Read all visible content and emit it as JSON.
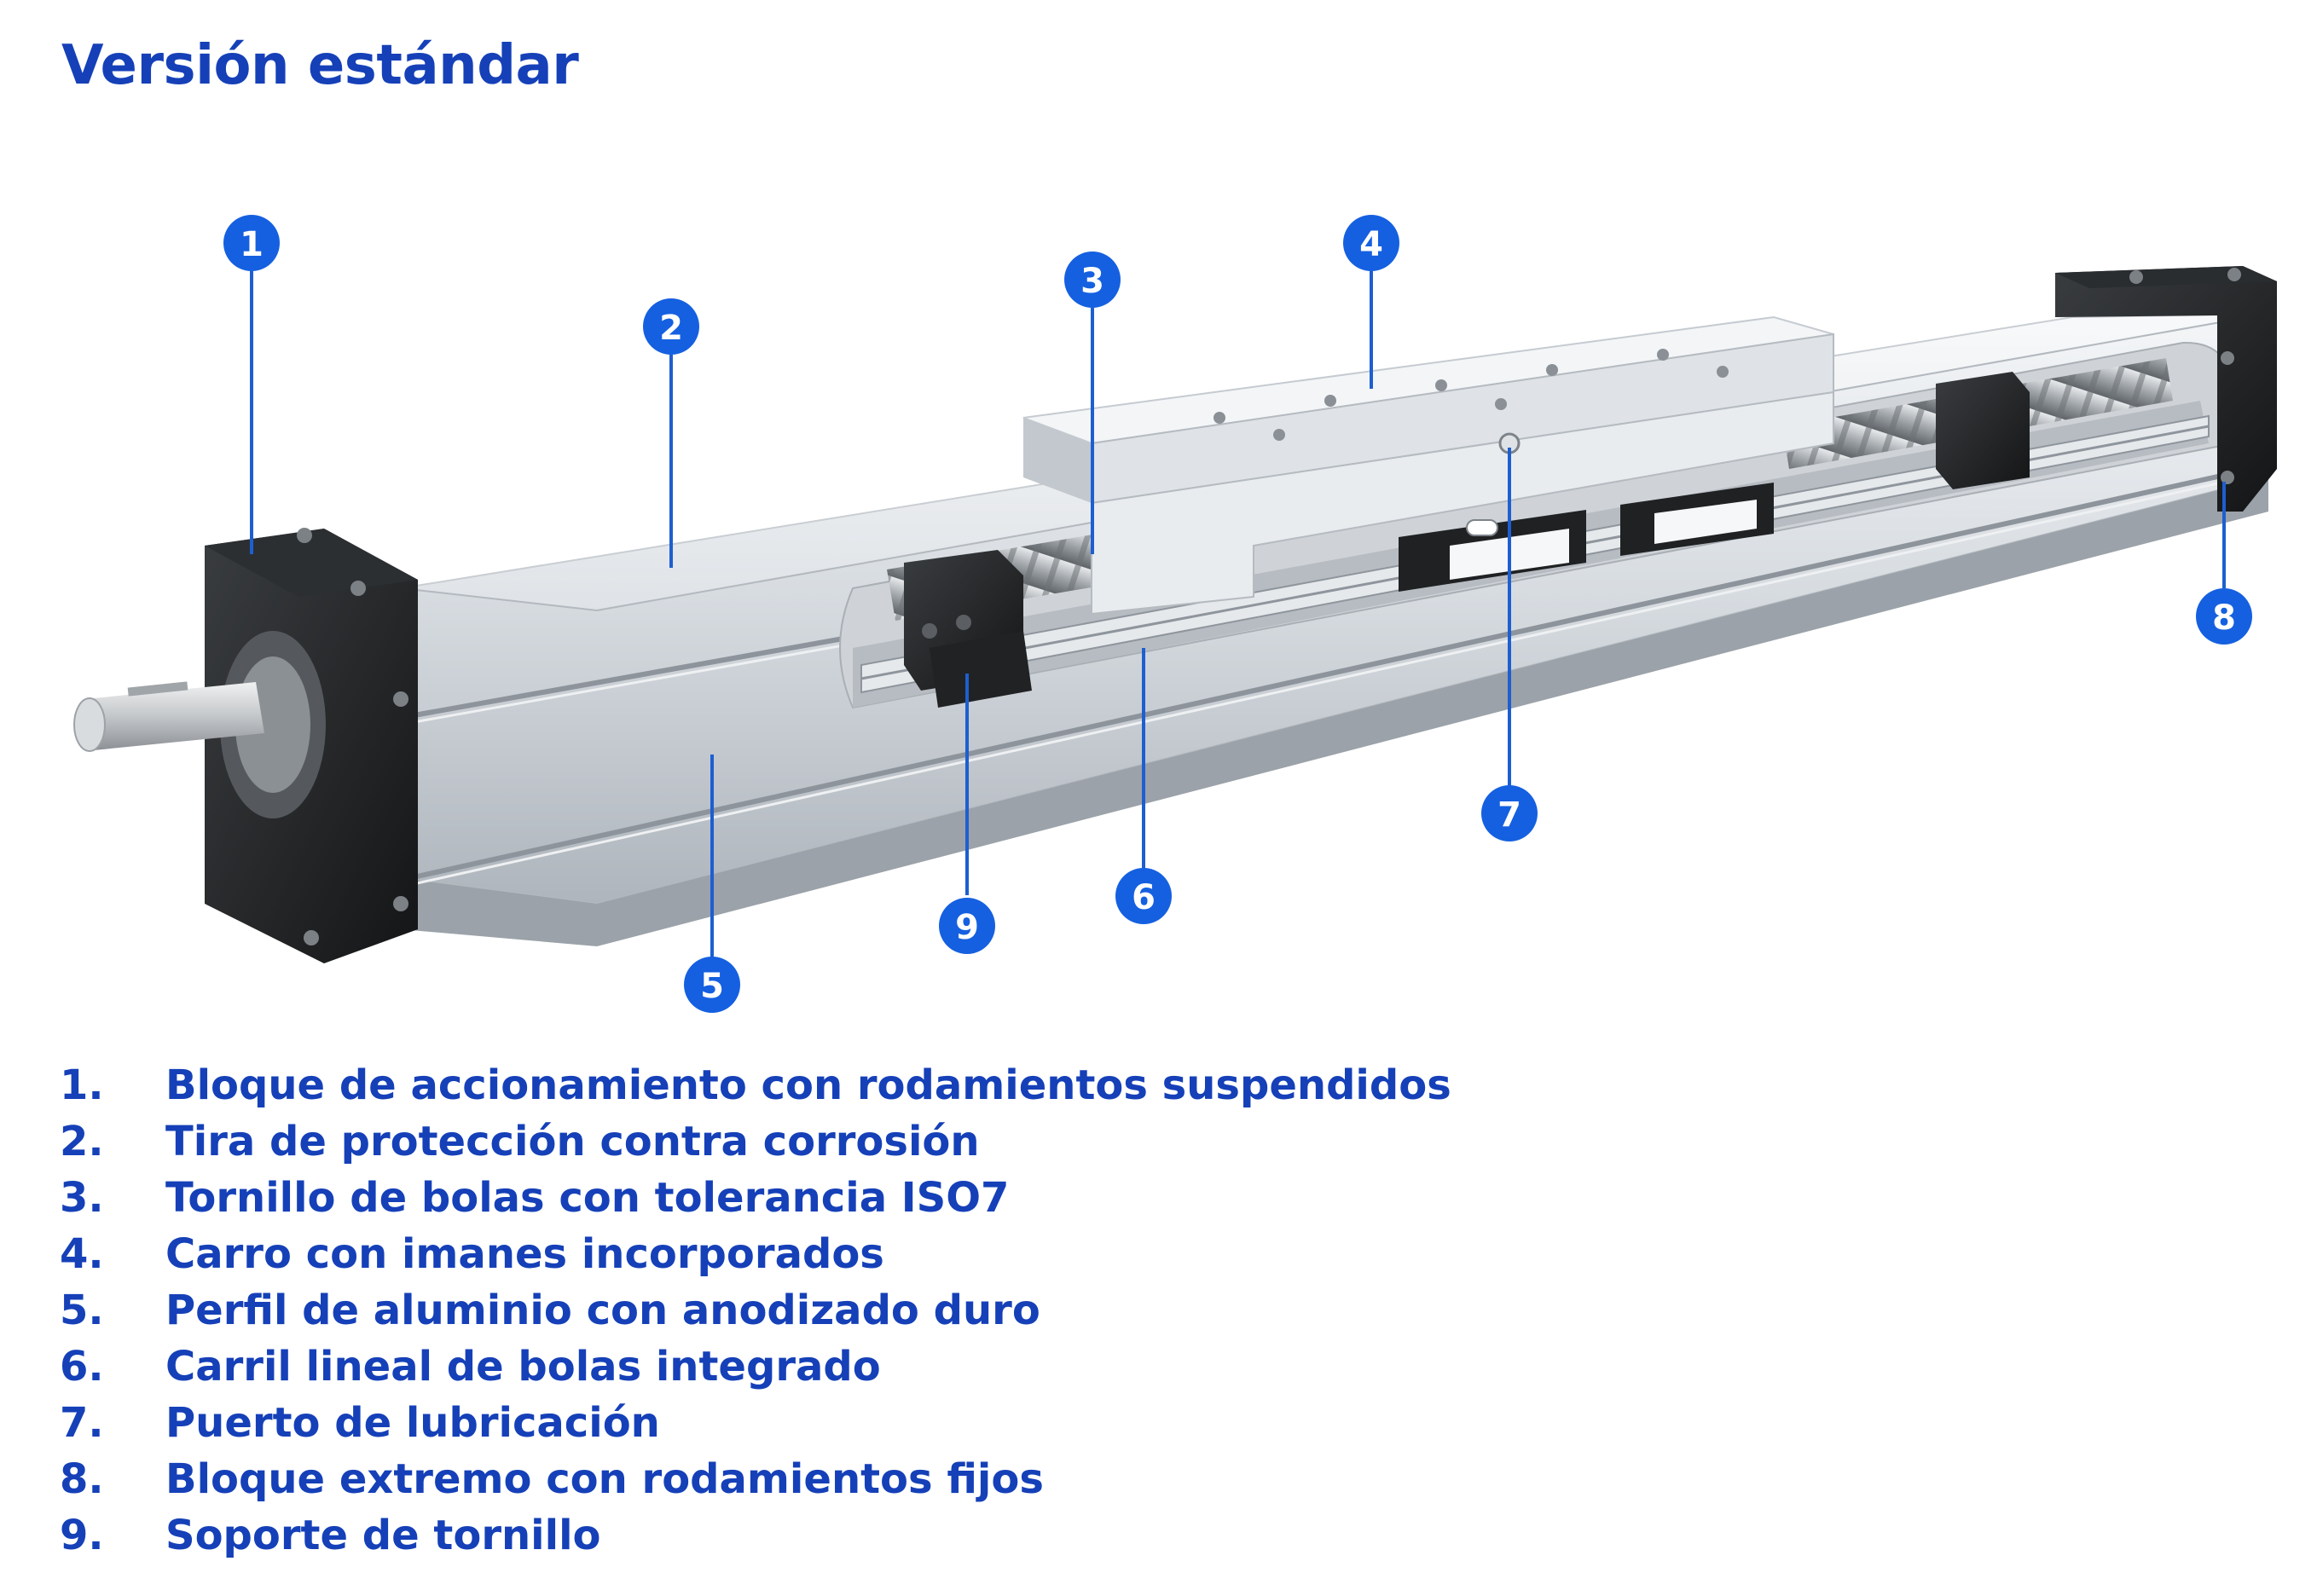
{
  "title": "Versión estándar",
  "colors": {
    "heading": "#1540b8",
    "callout": "#1560e0",
    "callout_line": "#1d5fd0"
  },
  "callouts": [
    {
      "number": "1"
    },
    {
      "number": "2"
    },
    {
      "number": "3"
    },
    {
      "number": "4"
    },
    {
      "number": "5"
    },
    {
      "number": "6"
    },
    {
      "number": "7"
    },
    {
      "number": "8"
    },
    {
      "number": "9"
    }
  ],
  "legend": [
    {
      "number": "1.",
      "text": "Bloque de accionamiento con rodamientos suspendidos"
    },
    {
      "number": "2.",
      "text": "Tira de protección contra corrosión"
    },
    {
      "number": "3.",
      "text": "Tornillo de bolas con tolerancia ISO7"
    },
    {
      "number": "4.",
      "text": "Carro con imanes incorporados"
    },
    {
      "number": "5.",
      "text": "Perfil de aluminio con anodizado duro"
    },
    {
      "number": "6.",
      "text": "Carril lineal de bolas integrado"
    },
    {
      "number": "7.",
      "text": "Puerto de lubricación"
    },
    {
      "number": "8.",
      "text": "Bloque extremo con rodamientos fijos"
    },
    {
      "number": "9.",
      "text": "Soporte de tornillo"
    }
  ]
}
